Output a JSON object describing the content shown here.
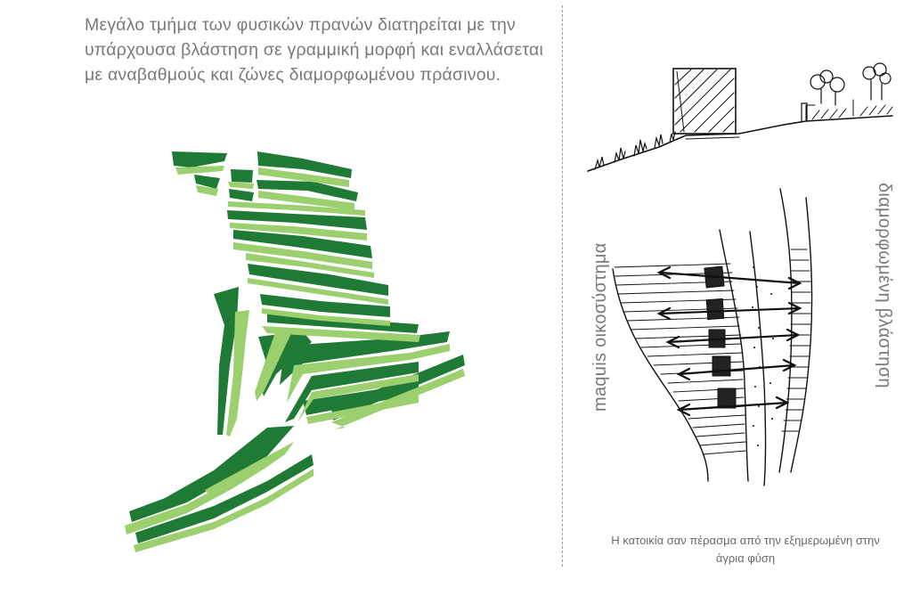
{
  "intro_text": "Μεγάλο τμήμα των φυσικών πρανών διατηρείται με την υπάρχουσα βλάστηση σε γραμμική μορφή και εναλλάσεται με αναβαθμούς και ζώνες διαμορφωμένου πράσινου.",
  "labels": {
    "left_vertical": "maquis οικοσύστημα",
    "right_vertical": "διαμορφωμένη βλάστηση"
  },
  "caption": "Η κατοικία σαν πέρασμα από την εξημερωμένη στην άγρια φύση",
  "colors": {
    "dark_green": "#1f7a35",
    "light_green": "#9ccf6e",
    "text_gray": "#7a7a7a",
    "ink": "#111111"
  }
}
